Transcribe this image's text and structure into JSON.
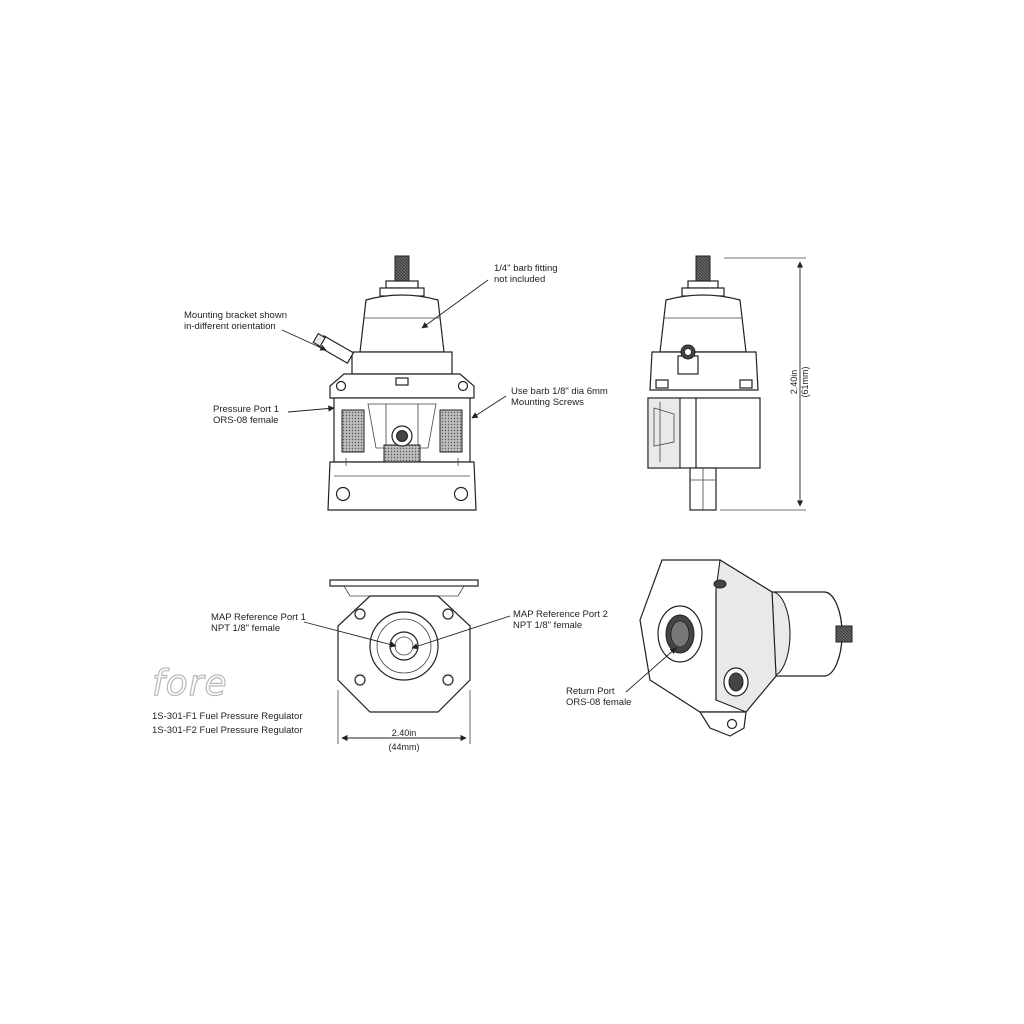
{
  "labels": {
    "barb_fitting_1": "1/4\" barb fitting",
    "barb_fitting_2": "not included",
    "mounting_bracket_1": "Mounting bracket shown",
    "mounting_bracket_2": "in-different orientation",
    "pressure_port_1": "Pressure Port 1",
    "pressure_port_2": "ORS-08 female",
    "mounting_screws_1": "Use barb 1/8\" dia 6mm",
    "mounting_screws_2": "Mounting Screws",
    "map_port1_1": "MAP Reference Port 1",
    "map_port1_2": "NPT 1/8\" female",
    "map_port2_1": "MAP Reference Port 2",
    "map_port2_2": "NPT 1/8\" female",
    "return_port_1": "Return Port",
    "return_port_2": "ORS-08 female"
  },
  "dimensions": {
    "height_in": "2.40in",
    "height_mm": "(61mm)",
    "width_in": "2.40in",
    "width_mm": "(44mm)"
  },
  "brand": {
    "logo": "fore"
  },
  "products": [
    "1S-301-F1 Fuel Pressure Regulator",
    "1S-301-F2 Fuel Pressure Regulator"
  ]
}
